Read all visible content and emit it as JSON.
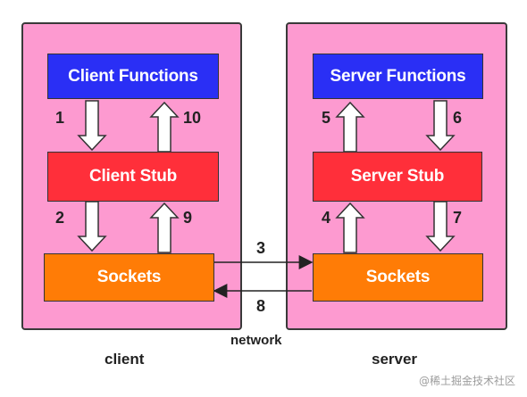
{
  "client_panel": {
    "functions_label": "Client Functions",
    "stub_label": "Client Stub",
    "sockets_label": "Sockets",
    "caption": "client"
  },
  "server_panel": {
    "functions_label": "Server Functions",
    "stub_label": "Server Stub",
    "sockets_label": "Sockets",
    "caption": "server"
  },
  "steps": {
    "s1": "1",
    "s2": "2",
    "s3": "3",
    "s4": "4",
    "s5": "5",
    "s6": "6",
    "s7": "7",
    "s8": "8",
    "s9": "9",
    "s10": "10"
  },
  "network_label": "network",
  "watermark": "@稀土掘金技术社区",
  "colors": {
    "panel": "#fd9ad0",
    "functions_box": "#2a2ff5",
    "stub_box": "#ff2f3a",
    "sockets_box": "#ff7c06"
  }
}
